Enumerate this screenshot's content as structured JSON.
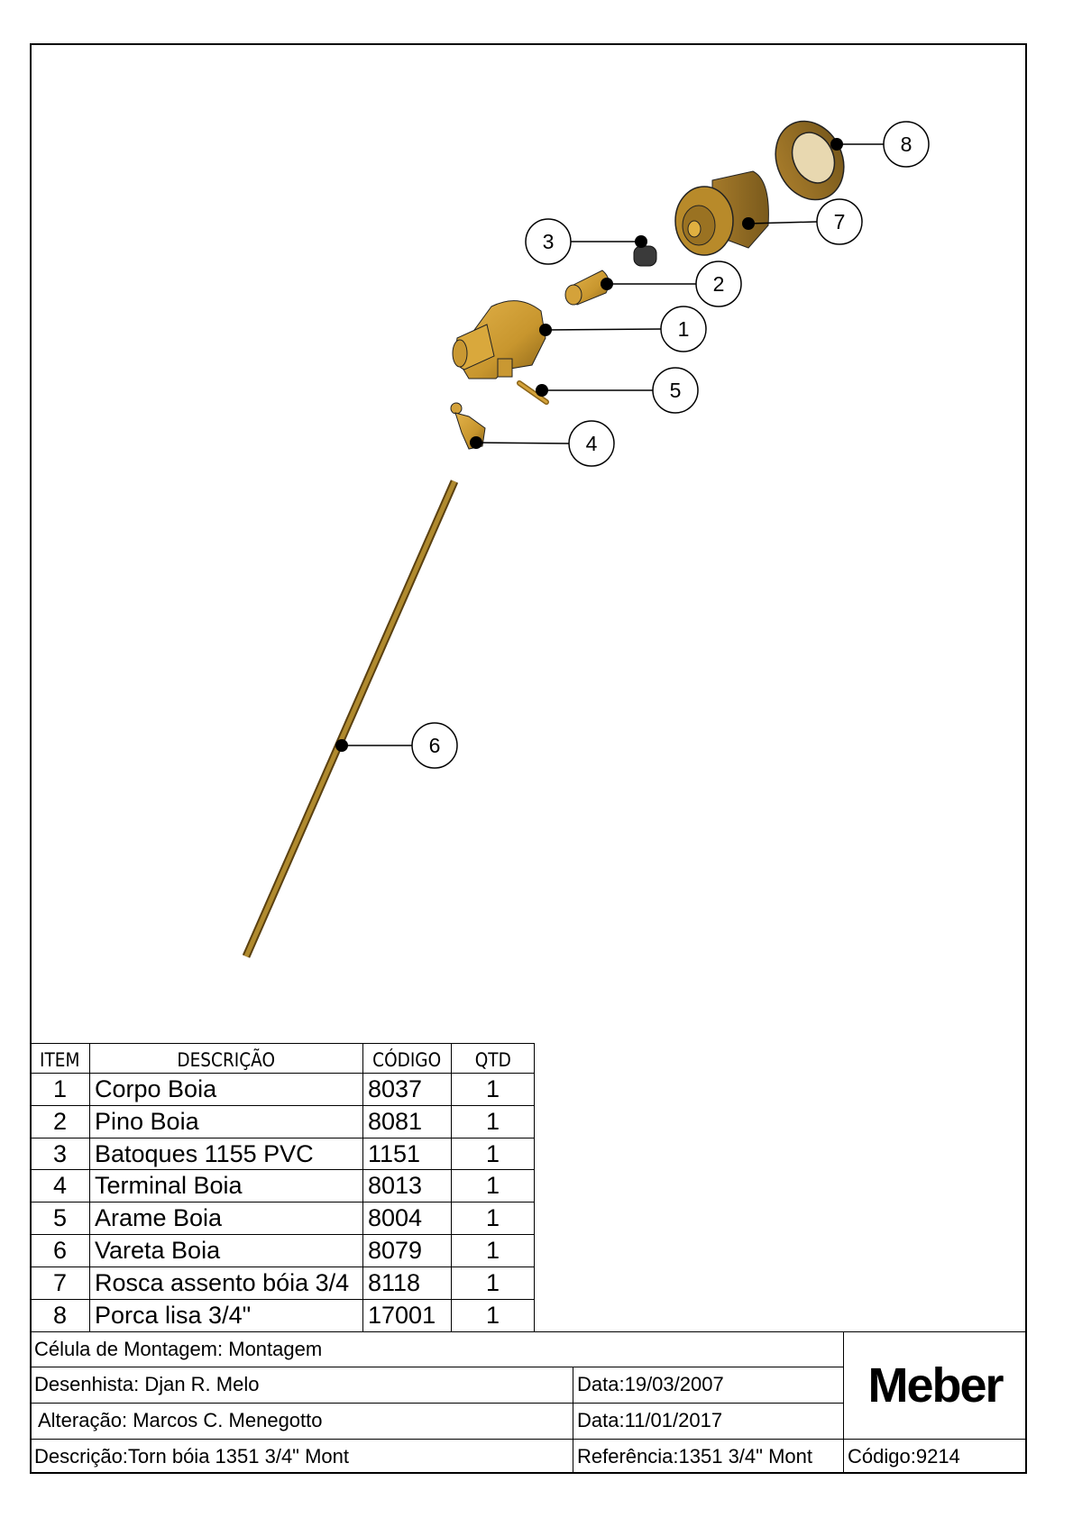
{
  "parts_list": {
    "headers": {
      "item": "ITEM",
      "description": "DESCRIÇÃO",
      "code": "CÓDIGO",
      "qty": "QTD"
    },
    "rows": [
      {
        "item": "1",
        "description": "Corpo Boia",
        "code": "8037",
        "qty": "1"
      },
      {
        "item": "2",
        "description": "Pino Boia",
        "code": "8081",
        "qty": "1"
      },
      {
        "item": "3",
        "description": "Batoques 1155 PVC",
        "code": "1151",
        "qty": "1"
      },
      {
        "item": "4",
        "description": "Terminal Boia",
        "code": "8013",
        "qty": "1"
      },
      {
        "item": "5",
        "description": "Arame Boia",
        "code": "8004",
        "qty": "1"
      },
      {
        "item": "6",
        "description": "Vareta Boia",
        "code": "8079",
        "qty": "1"
      },
      {
        "item": "7",
        "description": "Rosca assento bóia 3/4",
        "code": "8118",
        "qty": "1"
      },
      {
        "item": "8",
        "description": "Porca lisa 3/4\"",
        "code": "17001",
        "qty": "1"
      }
    ]
  },
  "title_block": {
    "cell_label": "Célula de Montagem:",
    "cell_value": "Montagem",
    "drafter_label": "Desenhista:",
    "drafter_value": "Djan R. Melo",
    "change_label": "Alteração:",
    "change_value": "Marcos C. Menegotto",
    "desc_label": "Descrição:",
    "desc_value": "Torn bóia 1351 3/4\" Mont",
    "date1_label": "Data:",
    "date1_value": "19/03/2007",
    "date2_label": "Data:",
    "date2_value": "11/01/2017",
    "ref_label": "Referência:",
    "ref_value": "1351 3/4\" Mont",
    "code_label": "Código:",
    "code_value": "9214",
    "logo": "Meber"
  },
  "callouts": [
    "1",
    "2",
    "3",
    "4",
    "5",
    "6",
    "7",
    "8"
  ],
  "colors": {
    "brass": "#c8962e",
    "brass_dark": "#8a6418",
    "batoque": "#3a3a3a"
  }
}
